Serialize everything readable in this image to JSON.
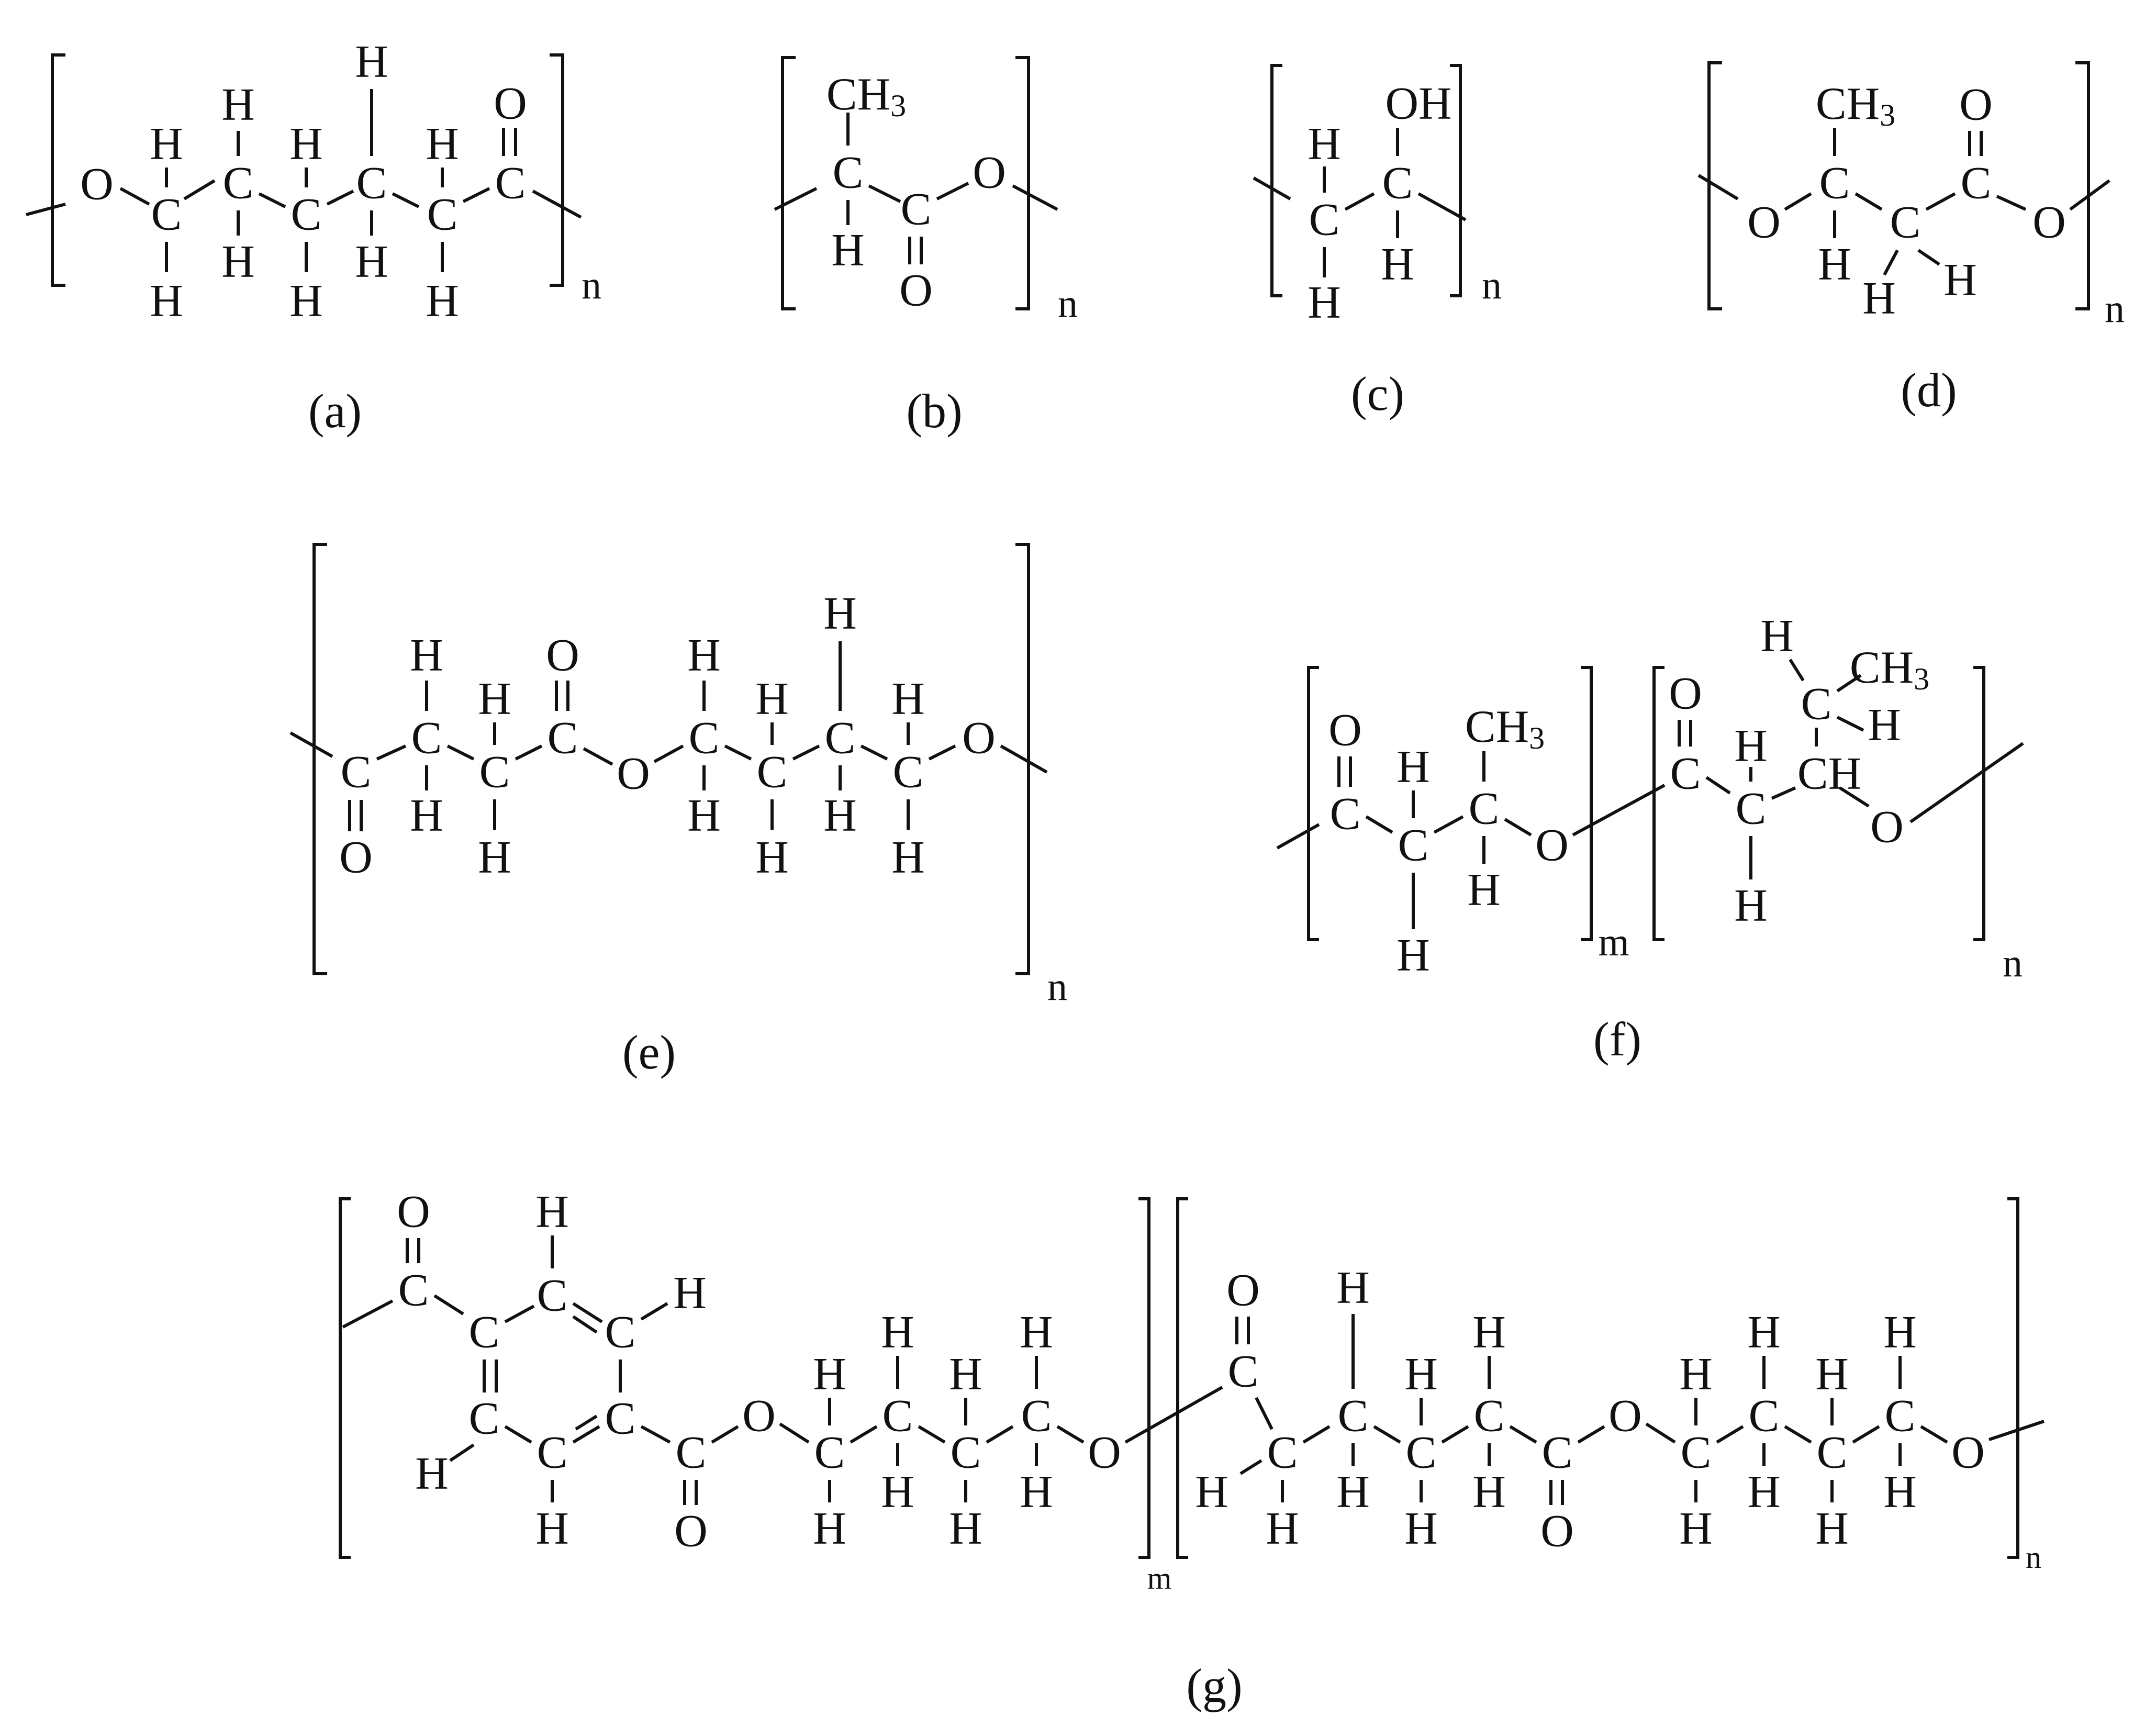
{
  "figure": {
    "panels": [
      {
        "id": "a",
        "caption": "(a)"
      },
      {
        "id": "b",
        "caption": "(b)"
      },
      {
        "id": "c",
        "caption": "(c)"
      },
      {
        "id": "d",
        "caption": "(d)"
      },
      {
        "id": "e",
        "caption": "(e)"
      },
      {
        "id": "f",
        "caption": "(f)"
      },
      {
        "id": "g",
        "caption": "(g)"
      }
    ],
    "atoms": {
      "C": "C",
      "H": "H",
      "O": "O",
      "CH3": "CH",
      "CH3_sub": "3",
      "CH": "CH",
      "OH": "OH"
    },
    "subscripts": {
      "n": "n",
      "m": "m"
    }
  }
}
